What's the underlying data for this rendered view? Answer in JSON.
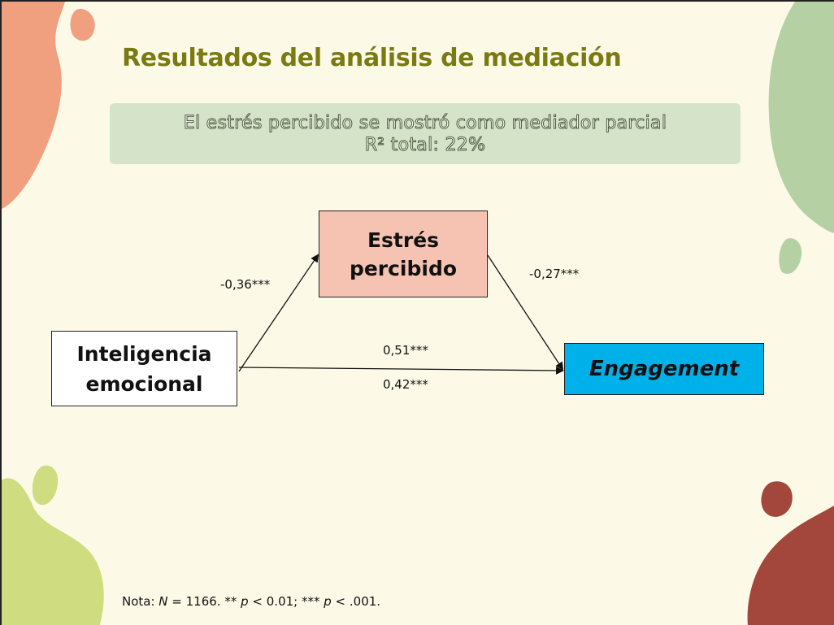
{
  "slide": {
    "title": "Resultados del análisis de mediación",
    "banner": {
      "line1": "El estrés percibido se mostró como mediador parcial",
      "line2": "R² total: 22%"
    }
  },
  "diagram": {
    "nodes": {
      "mediator": {
        "line1": "Estrés",
        "line2": "percibido"
      },
      "predictor": {
        "line1": "Inteligencia",
        "line2": "emocional"
      },
      "outcome": {
        "label": "Engagement"
      }
    },
    "paths": {
      "a": "-0,36***",
      "b": "-0,27***",
      "total": "0,51***",
      "direct": "0,42***"
    }
  },
  "note": {
    "prefix": "Nota: ",
    "n_symbol": "N",
    "n_value": " = 1166. ** ",
    "p1": "p",
    "p1_rest": " < 0.01; *** ",
    "p2": "p",
    "p2_rest": " < .001."
  },
  "colors": {
    "title": "#7a7a12",
    "banner_bg": "#d5e3c8",
    "mediator_bg": "#f6c3b3",
    "outcome_bg": "#00b0e8",
    "blob_salmon": "#f0a07e",
    "blob_green": "#b5d1a4",
    "blob_lime": "#cfdc7f",
    "blob_brown": "#a3473c"
  }
}
